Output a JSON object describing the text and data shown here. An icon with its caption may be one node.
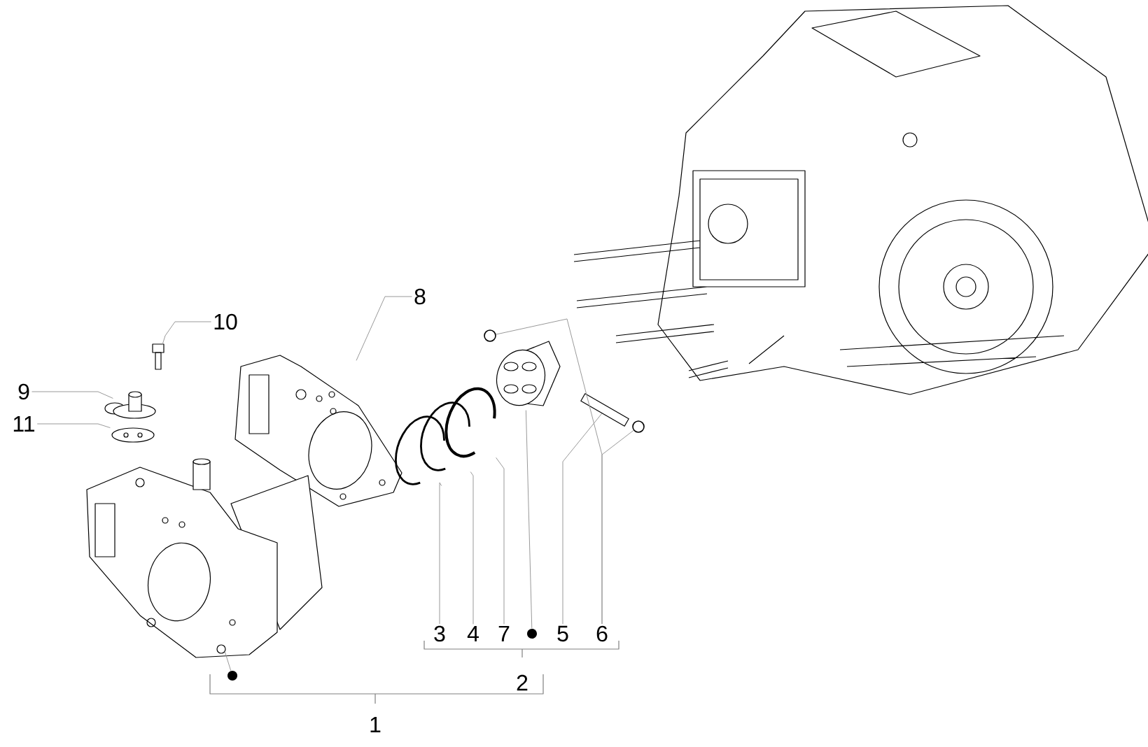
{
  "diagram": {
    "nodes": [
      {
        "text": [
          "8"
        ]
      },
      {
        "text": [],
        "shape": "picture"
      },
      {
        "text": [
          "10"
        ]
      },
      {
        "text": [],
        "shape": "picture"
      },
      {
        "text": [
          "9"
        ]
      },
      {
        "text": [],
        "shape": "picture"
      },
      {
        "text": [
          "11"
        ]
      },
      {
        "text": [],
        "shape": "picture"
      },
      {
        "text": [
          "3"
        ]
      },
      {
        "text": [],
        "shape": "picture"
      },
      {
        "text": [
          "4"
        ]
      },
      {
        "text": [],
        "shape": "picture"
      },
      {
        "text": [
          "7"
        ]
      },
      {
        "text": [],
        "shape": "picture"
      },
      {
        "text": [],
        "shape": "circle"
      },
      {
        "text": [],
        "shape": "picture"
      },
      {
        "text": [
          "5"
        ]
      },
      {
        "text": [],
        "shape": "cylinder"
      },
      {
        "text": [
          "6"
        ]
      },
      {
        "text": [],
        "shape": "ring"
      },
      {
        "text": [],
        "shape": "ring"
      },
      {
        "text": [],
        "shape": "circle"
      },
      {
        "text": [],
        "shape": "picture"
      }
    ],
    "edges": [
      {
        "from": 0,
        "to": 1,
        "arrow": "none"
      },
      {
        "from": 2,
        "to": 3,
        "arrow": "none"
      },
      {
        "from": 4,
        "to": 5,
        "arrow": "none"
      },
      {
        "from": 6,
        "to": 7,
        "arrow": "none"
      },
      {
        "from": 8,
        "to": 9,
        "arrow": "none"
      },
      {
        "from": 10,
        "to": 11,
        "arrow": "none"
      },
      {
        "from": 12,
        "to": 13,
        "arrow": "none"
      },
      {
        "from": 14,
        "to": 15,
        "arrow": "none"
      },
      {
        "from": 16,
        "to": 17,
        "arrow": "none"
      },
      {
        "from": 18,
        "to": 19,
        "arrow": "none"
      },
      {
        "from": 18,
        "to": 20,
        "arrow": "none"
      },
      {
        "from": 21,
        "to": 22,
        "arrow": "none"
      }
    ],
    "labels": [
      "2",
      "1"
    ]
  }
}
